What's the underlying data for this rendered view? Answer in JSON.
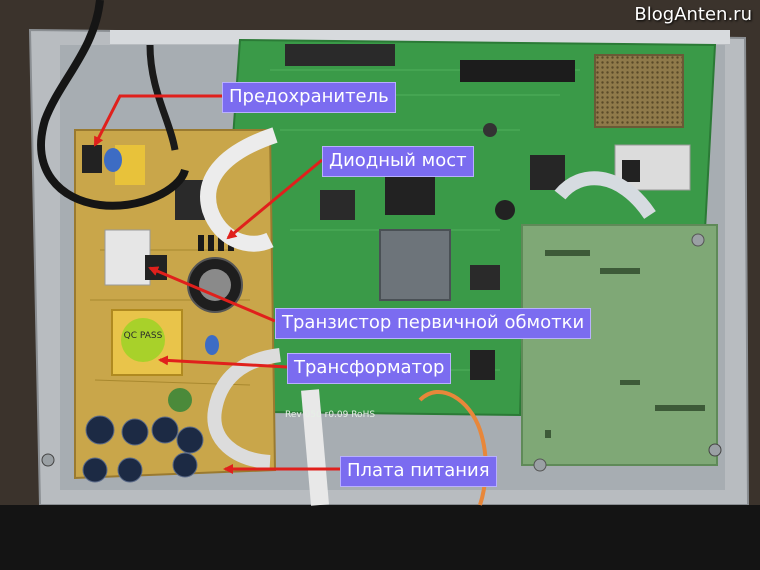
{
  "watermark": "BlogAnten.ru",
  "labels": {
    "fuse": "Предохранитель",
    "diode_bridge": "Диодный мост",
    "transistor": "Транзистор первичной обмотки",
    "transformer": "Трансформатор",
    "power_board": "Плата питания"
  },
  "pcb_text": {
    "qc_pass": "QC PASS",
    "board_rev": "Rev 050 r0.09 RoHS"
  },
  "colors": {
    "label_bg": "#7b6cf0",
    "arrow": "#e0201c",
    "psu_board": "#c9a64a",
    "main_board": "#3a9a48",
    "ci_board": "#7fa876"
  }
}
